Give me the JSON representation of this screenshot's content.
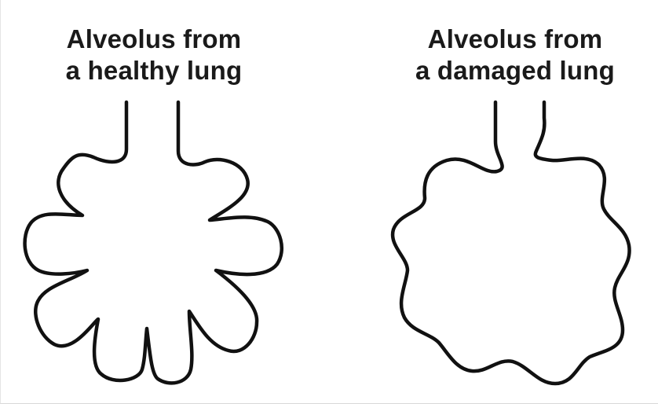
{
  "diagram": {
    "left_panel": {
      "caption_line1": "Alveolus from",
      "caption_line2": "a healthy lung"
    },
    "right_panel": {
      "caption_line1": "Alveolus from",
      "caption_line2": "a damaged lung"
    },
    "colors": {
      "outline": "#111111",
      "text": "#1a1a1a",
      "background": "#ffffff"
    }
  }
}
